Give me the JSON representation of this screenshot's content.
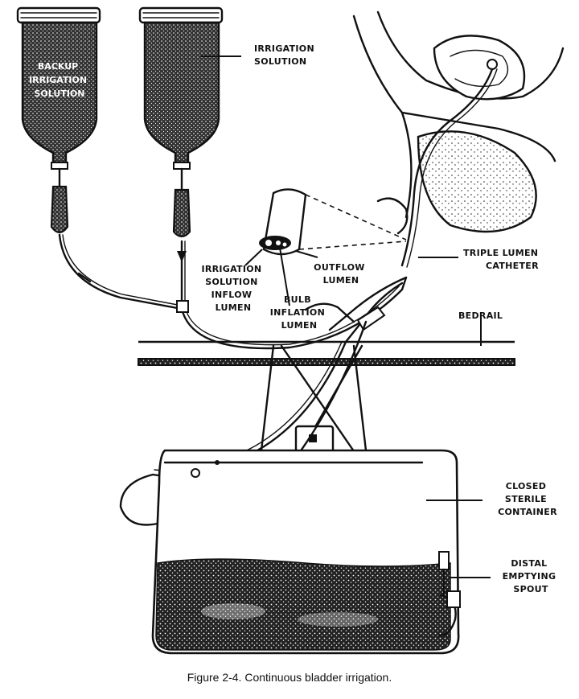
{
  "caption": "Figure 2-4.  Continuous bladder irrigation.",
  "labels": {
    "backup_irrigation_solution": [
      "BACKUP",
      "IRRIGATION",
      "SOLUTION"
    ],
    "irrigation_solution": [
      "IRRIGATION",
      "SOLUTION"
    ],
    "triple_lumen_catheter": [
      "TRIPLE LUMEN",
      "CATHETER"
    ],
    "irrigation_solution_inflow_lumen": [
      "IRRIGATION",
      "SOLUTION",
      "INFLOW",
      "LUMEN"
    ],
    "outflow_lumen": [
      "OUTFLOW",
      "LUMEN"
    ],
    "bulb_inflation_lumen": [
      "BULB",
      "INFLATION",
      "LUMEN"
    ],
    "bedrail": [
      "BEDRAIL"
    ],
    "closed_sterile_container": [
      "CLOSED",
      "STERILE",
      "CONTAINER"
    ],
    "distal_emptying_spout": [
      "DISTAL",
      "EMPTYING",
      "SPOUT"
    ]
  }
}
